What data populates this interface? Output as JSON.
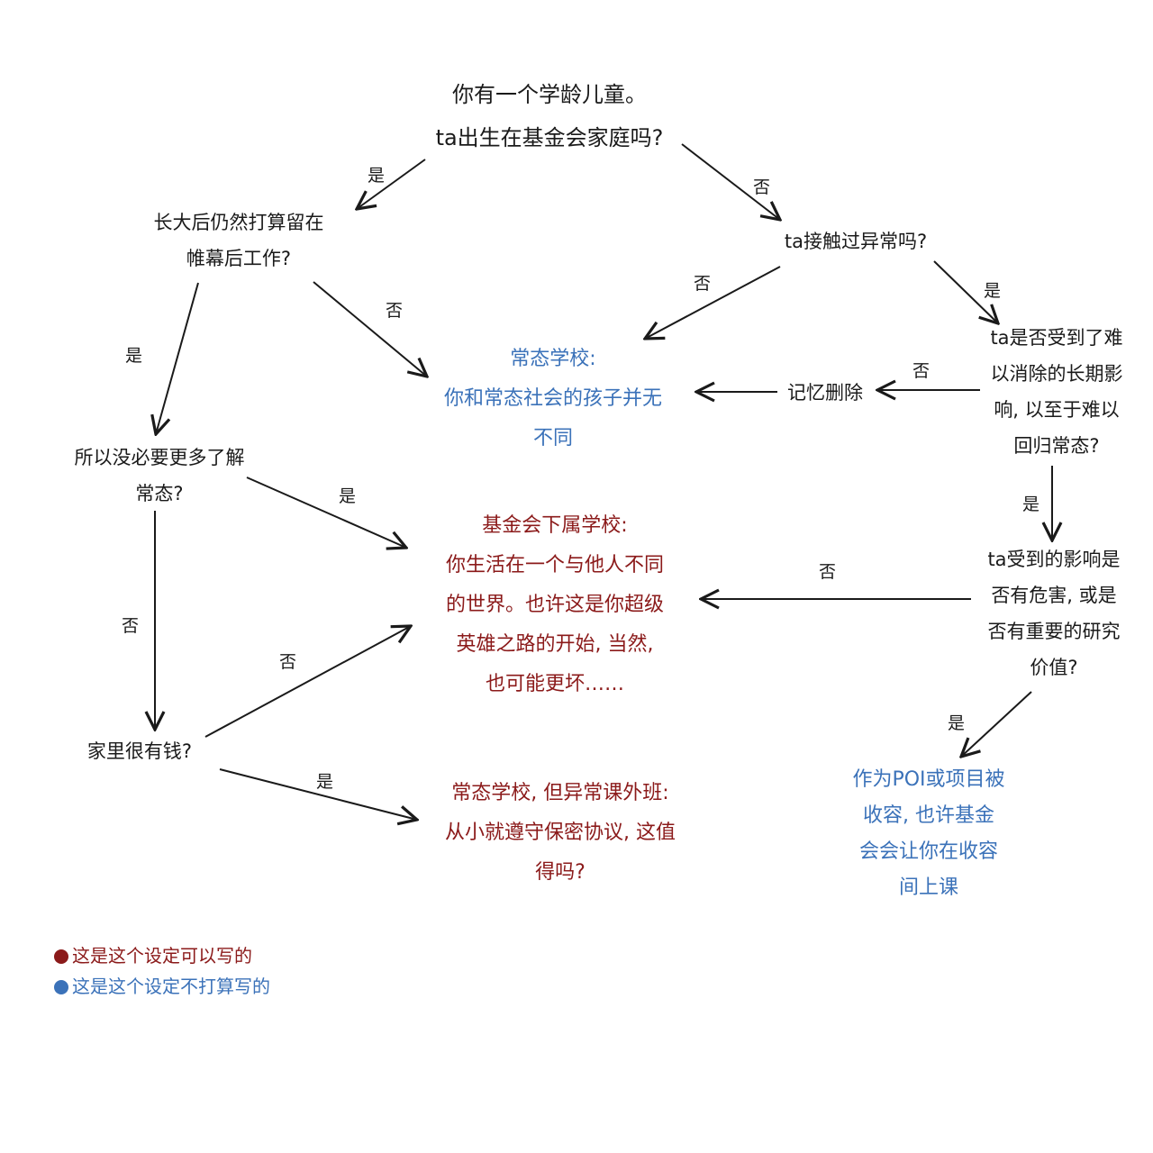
{
  "colors": {
    "allowed": "#8b1a1a",
    "not_planned": "#3b72b9",
    "line": "#1a1a1a"
  },
  "nodes": {
    "root": [
      "你有一个学龄儿童。",
      "ta出生在基金会家庭吗?"
    ],
    "stay_backstage": [
      "长大后仍然打算留在",
      "帷幕后工作?"
    ],
    "contact_anomaly": [
      "ta接触过异常吗?"
    ],
    "normal_school": [
      "常态学校:",
      "你和常态社会的孩子并无",
      "不同"
    ],
    "memory_erase": [
      "记忆删除"
    ],
    "long_term_effect": [
      "ta是否受到了难",
      "以消除的长期影",
      "响, 以至于难以",
      "回归常态?"
    ],
    "need_normal": [
      "所以没必要更多了解",
      "常态?"
    ],
    "foundation_school": [
      "基金会下属学校:",
      "你生活在一个与他人不同",
      "的世界。也许这是你超级",
      "英雄之路的开始, 当然,",
      "也可能更坏……"
    ],
    "effect_danger": [
      "ta受到的影响是",
      "否有危害, 或是",
      "否有重要的研究",
      "价值?"
    ],
    "rich_family": [
      "家里很有钱?"
    ],
    "poi_project": [
      "作为POI或项目被",
      "收容, 也许基金",
      "会会让你在收容",
      "间上课"
    ],
    "normal_extra_class": [
      "常态学校, 但异常课外班:",
      "从小就遵守保密协议, 这值",
      "得吗?"
    ]
  },
  "edge_labels": {
    "root_yes": "是",
    "root_no": "否",
    "stay_no": "否",
    "stay_yes": "是",
    "contact_no": "否",
    "contact_yes": "是",
    "effect_no": "否",
    "effect_yes": "是",
    "need_yes": "是",
    "need_no": "否",
    "danger_no": "否",
    "danger_yes": "是",
    "rich_no": "否",
    "rich_yes": "是"
  },
  "legend": {
    "allowed": "这是这个设定可以写的",
    "not_planned": "这是这个设定不打算写的"
  }
}
